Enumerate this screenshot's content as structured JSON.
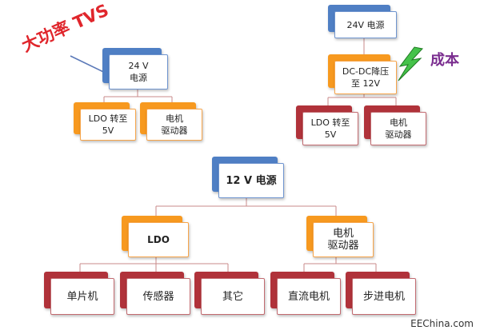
{
  "diagram_left": {
    "root": "24 V\n电源",
    "children": [
      "LDO 转至\n5V",
      "电机\n驱动器"
    ]
  },
  "diagram_right": {
    "root": "24V 电源",
    "middle": "DC-DC降压\n至 12V",
    "children": [
      "LDO 转至\n5V",
      "电机\n驱动器"
    ]
  },
  "diagram_bottom": {
    "root": "12 V 电源",
    "level2": [
      "LDO",
      "电机\n驱动器"
    ],
    "level3": [
      "单片机",
      "传感器",
      "其它",
      "直流电机",
      "步进电机"
    ]
  },
  "annotations": {
    "tvs": "大功率 TVS",
    "cost": "成本"
  },
  "watermark": "EEChina.com",
  "colors": {
    "level1": "#4f7fc4",
    "level2": "#f7991f",
    "level3": "#b0323a",
    "connector": "#c0504d",
    "tvs_text": "#e0262c",
    "cost_text": "#7a2d8f",
    "bolt": "#2fa12f"
  },
  "icons": [
    "arrow-icon",
    "lightning-bolt-icon"
  ]
}
